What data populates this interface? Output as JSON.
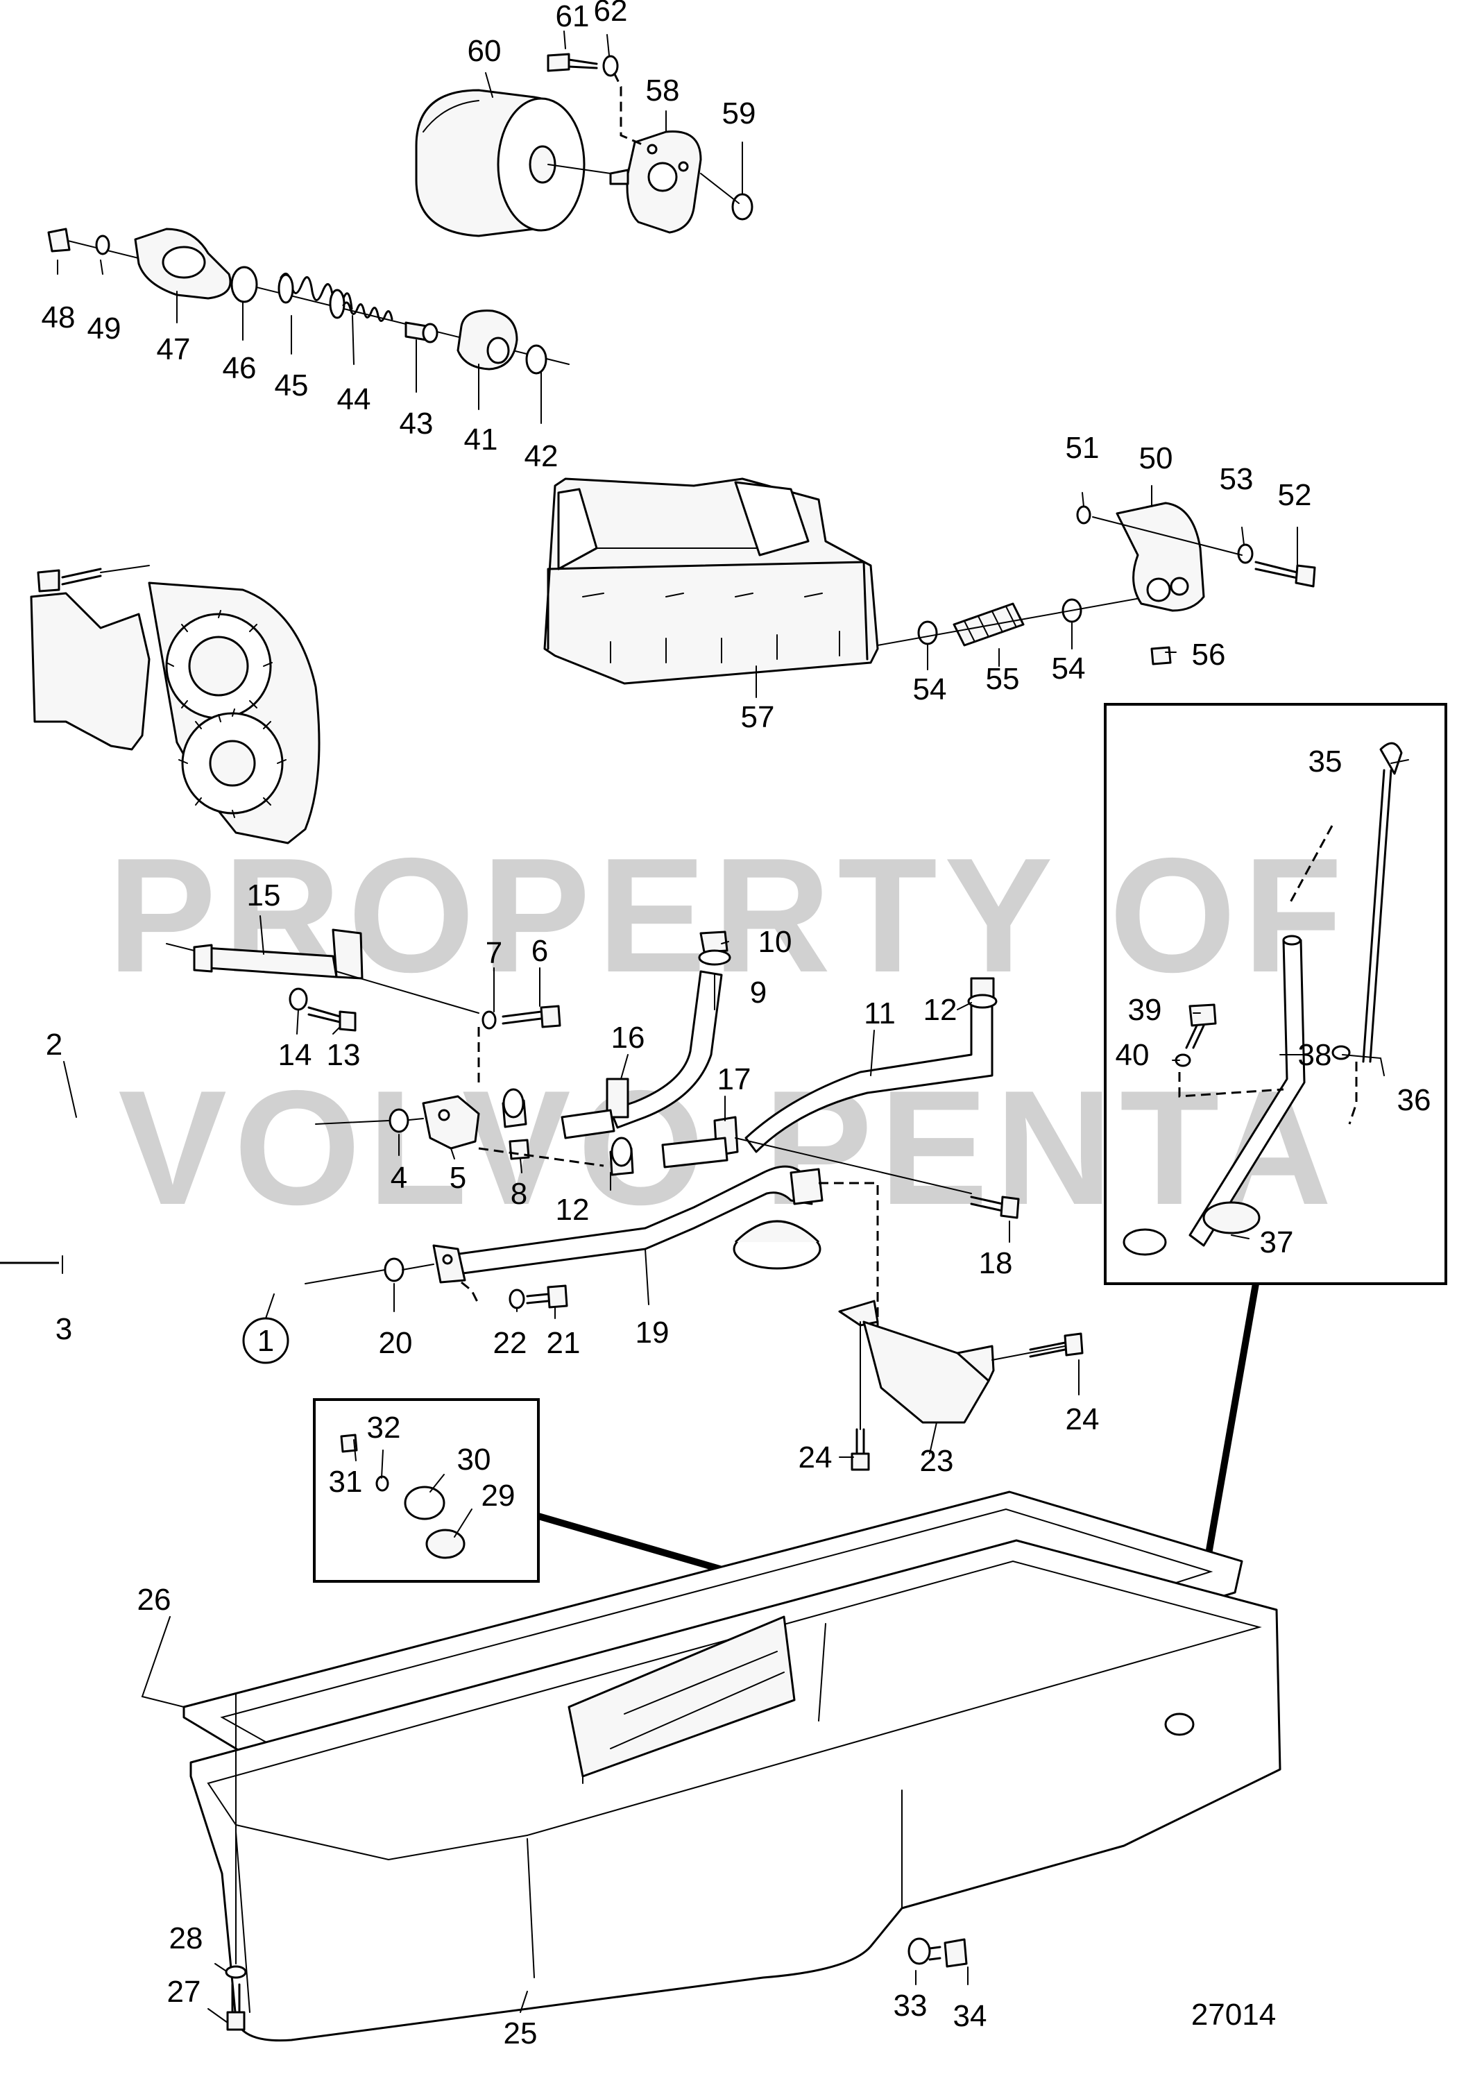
{
  "watermark": {
    "line1": "PROPERTY OF",
    "line2": "VOLVO PENTA"
  },
  "drawing_number": "27014",
  "group_reference": "1",
  "labels": {
    "p2": "2",
    "p3": "3",
    "p4": "4",
    "p5": "5",
    "p6": "6",
    "p7": "7",
    "p8": "8",
    "p9": "9",
    "p10": "10",
    "p11": "11",
    "p12a": "12",
    "p12b": "12",
    "p13": "13",
    "p14": "14",
    "p15": "15",
    "p16": "16",
    "p17": "17",
    "p18": "18",
    "p19": "19",
    "p20": "20",
    "p21": "21",
    "p22": "22",
    "p23": "23",
    "p24a": "24",
    "p24b": "24",
    "p25": "25",
    "p26": "26",
    "p27": "27",
    "p28": "28",
    "p29": "29",
    "p30": "30",
    "p31": "31",
    "p32": "32",
    "p33": "33",
    "p34": "34",
    "p35": "35",
    "p36": "36",
    "p37": "37",
    "p38": "38",
    "p39": "39",
    "p40": "40",
    "p41": "41",
    "p42": "42",
    "p43": "43",
    "p44": "44",
    "p45": "45",
    "p46": "46",
    "p47": "47",
    "p48": "48",
    "p49": "49",
    "p50": "50",
    "p51": "51",
    "p52": "52",
    "p53": "53",
    "p54a": "54",
    "p54b": "54",
    "p55": "55",
    "p56": "56",
    "p57": "57",
    "p58": "58",
    "p59": "59",
    "p60": "60",
    "p61": "61",
    "p62": "62"
  }
}
